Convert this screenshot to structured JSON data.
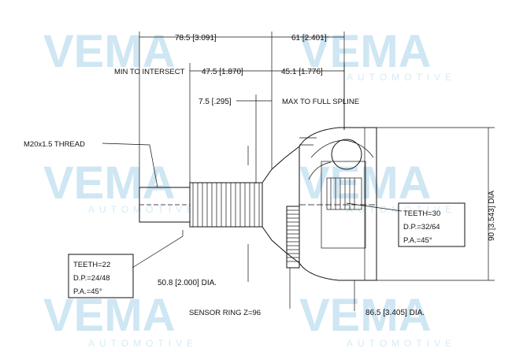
{
  "watermark": {
    "brand": "VEMA",
    "tagline": "AUTOMOTIVE",
    "color": "#cfe6f3"
  },
  "dimensions": {
    "overall_left": "78.5 [3.091]",
    "overall_right": "61 [2.401]",
    "min_to_intersect_label": "MIN TO INTERSECT",
    "min_to_intersect": "47.5 [1.870]",
    "spline_length": "45.1 [1.776]",
    "offset": "7.5 [.295]",
    "max_to_full_spline": "MAX TO FULL SPLINE",
    "thread": "M20x1.5 THREAD",
    "shaft_dia": "50.8 [2.000] DIA.",
    "sensor_ring": "SENSOR RING Z=96",
    "bell_dia": "86.5 [3.405] DIA.",
    "outer_dia": "90 [3.543] DIA"
  },
  "spec_left": {
    "teeth": "TEETH=22",
    "dp": "D.P.=24/48",
    "pa": "P.A.=45°"
  },
  "spec_right": {
    "teeth": "TEETH=30",
    "dp": "D.P.=32/64",
    "pa": "P.A.=45°"
  }
}
